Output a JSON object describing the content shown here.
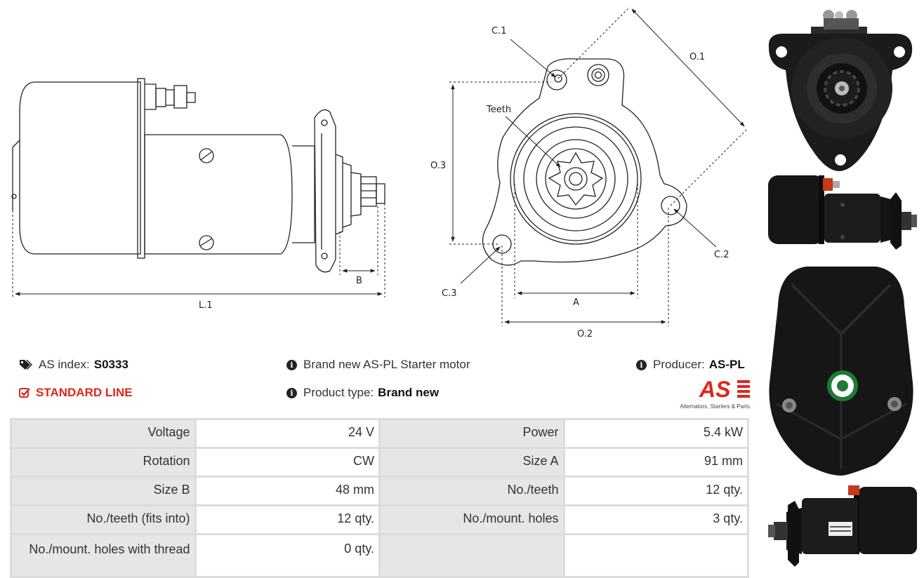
{
  "diagram_labels": {
    "L1": "L.1",
    "B": "B",
    "A": "A",
    "O1": "O.1",
    "O2": "O.2",
    "O3": "O.3",
    "C1": "C.1",
    "C2": "C.2",
    "C3": "C.3",
    "teeth": "Teeth"
  },
  "info": {
    "as_index_label": "AS index:",
    "as_index_value": "S0333",
    "standard_line": "STANDARD LINE",
    "description": "Brand new AS-PL Starter motor",
    "product_type_label": "Product type:",
    "product_type_value": "Brand new",
    "producer_label": "Producer:",
    "producer_value": "AS-PL"
  },
  "logo": {
    "text": "AS",
    "subtitle": "Alternators, Starters & Parts",
    "color": "#e0261b"
  },
  "specs": [
    [
      "Voltage",
      "24 V",
      "Power",
      "5.4 kW"
    ],
    [
      "Rotation",
      "CW",
      "Size A",
      "91 mm"
    ],
    [
      "Size B",
      "48 mm",
      "No./teeth",
      "12 qty."
    ],
    [
      "No./teeth (fits into)",
      "12 qty.",
      "No./mount. holes",
      "3 qty."
    ],
    [
      "No./mount. holes with thread",
      "0 qty.",
      "",
      ""
    ]
  ],
  "colors": {
    "accent": "#e0261b",
    "table_label_bg": "#e6e6e6",
    "table_border": "#dcdcdc"
  },
  "icons": [
    "tags-icon",
    "checkbox-icon",
    "info-icon"
  ]
}
